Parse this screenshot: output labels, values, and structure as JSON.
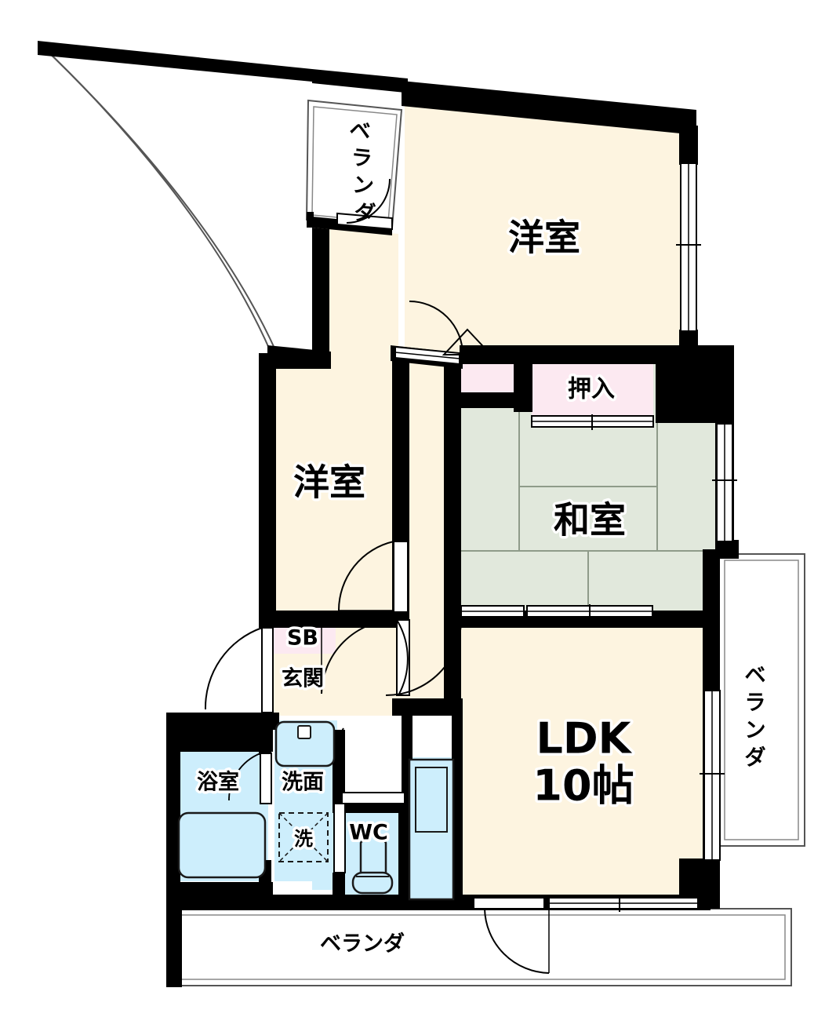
{
  "document": {
    "type": "floor-plan",
    "title": "間取り図",
    "language": "ja"
  },
  "colors": {
    "wall": "#000000",
    "room_beige": "#fdf4e0",
    "tatami_green": "#e1e8dc",
    "closet_pink": "#fce9f1",
    "water_blue": "#cdeefc",
    "outline": "#333333",
    "white": "#ffffff"
  },
  "rooms": [
    {
      "id": "youshitsu_north",
      "label": "洋室",
      "kind": "western-room",
      "fill": "room_beige"
    },
    {
      "id": "youshitsu_west",
      "label": "洋室",
      "kind": "western-room",
      "fill": "room_beige"
    },
    {
      "id": "washitsu",
      "label": "和室",
      "kind": "japanese-room",
      "fill": "tatami_green"
    },
    {
      "id": "ldk",
      "label": "LDK",
      "sub": "10帖",
      "kind": "living-dining-kitchen",
      "fill": "room_beige"
    },
    {
      "id": "oshiire",
      "label": "押入",
      "kind": "closet",
      "fill": "closet_pink"
    },
    {
      "id": "shoe_box",
      "label": "SB",
      "kind": "shoe-box",
      "fill": "closet_pink"
    },
    {
      "id": "genkan",
      "label": "玄関",
      "kind": "entrance",
      "fill": "room_beige"
    },
    {
      "id": "yokushitsu",
      "label": "浴室",
      "kind": "bathroom",
      "fill": "water_blue"
    },
    {
      "id": "senmen",
      "label": "洗面",
      "kind": "washbasin",
      "fill": "water_blue"
    },
    {
      "id": "wc",
      "label": "WC",
      "kind": "toilet",
      "fill": "water_blue"
    },
    {
      "id": "sentakuki",
      "label": "洗",
      "kind": "washer-space",
      "fill": "water_blue"
    }
  ],
  "verandas": [
    {
      "id": "veranda_north",
      "label": "ベランダ",
      "orientation": "vertical"
    },
    {
      "id": "veranda_east",
      "label": "ベランダ",
      "orientation": "vertical"
    },
    {
      "id": "veranda_south",
      "label": "ベランダ",
      "orientation": "horizontal"
    }
  ],
  "labels": {
    "youshitsu": "洋室",
    "washitsu": "和室",
    "ldk_main": "LDK",
    "ldk_size": "10帖",
    "oshiire": "押入",
    "sb": "SB",
    "genkan": "玄関",
    "yokushitsu": "浴室",
    "senmen": "洗面",
    "wc": "WC",
    "sentaku": "洗",
    "veranda": "ベランダ"
  },
  "veranda_chars": {
    "north": [
      "ベ",
      "ラ",
      "ン",
      "ダ"
    ],
    "east": [
      "ベ",
      "ラ",
      "ン",
      "ダ"
    ]
  },
  "fixtures": [
    {
      "id": "bathtub",
      "name": "bathtub"
    },
    {
      "id": "washbasin",
      "name": "wash-basin"
    },
    {
      "id": "toilet",
      "name": "toilet-bowl"
    },
    {
      "id": "kitchen-counter",
      "name": "kitchen-counter"
    },
    {
      "id": "washer-slot",
      "name": "washing-machine-slot"
    }
  ]
}
